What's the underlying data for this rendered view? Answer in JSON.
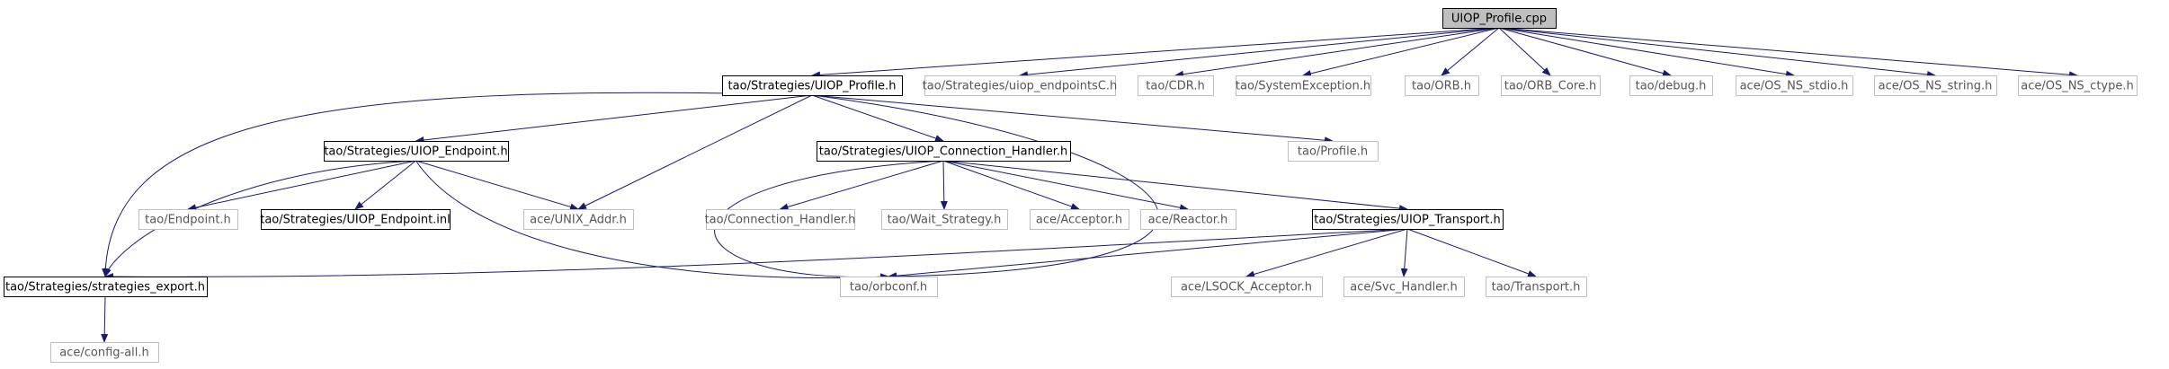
{
  "diagram": {
    "colors": {
      "edge": "#1a1a6e",
      "root_fill": "#bfbfbf",
      "node_border": "#000000",
      "external_border": "#bfbfbf",
      "external_text": "#555555"
    },
    "nodes": [
      {
        "id": "n0",
        "label": "UIOP_Profile.cpp",
        "kind": "root"
      },
      {
        "id": "n1",
        "label": "tao/Strategies/UIOP_Profile.h",
        "kind": "linked"
      },
      {
        "id": "n2",
        "label": "tao/Strategies/uiop_endpointsC.h",
        "kind": "external"
      },
      {
        "id": "n3",
        "label": "tao/CDR.h",
        "kind": "external"
      },
      {
        "id": "n4",
        "label": "tao/SystemException.h",
        "kind": "external"
      },
      {
        "id": "n5",
        "label": "tao/ORB.h",
        "kind": "external"
      },
      {
        "id": "n6",
        "label": "tao/ORB_Core.h",
        "kind": "external"
      },
      {
        "id": "n7",
        "label": "tao/debug.h",
        "kind": "external"
      },
      {
        "id": "n8",
        "label": "ace/OS_NS_stdio.h",
        "kind": "external"
      },
      {
        "id": "n9",
        "label": "ace/OS_NS_string.h",
        "kind": "external"
      },
      {
        "id": "n10",
        "label": "ace/OS_NS_ctype.h",
        "kind": "external"
      },
      {
        "id": "n11",
        "label": "tao/Strategies/UIOP_Endpoint.h",
        "kind": "linked"
      },
      {
        "id": "n12",
        "label": "tao/Strategies/UIOP_Connection_Handler.h",
        "kind": "linked"
      },
      {
        "id": "n13",
        "label": "tao/Profile.h",
        "kind": "external"
      },
      {
        "id": "n14",
        "label": "tao/Endpoint.h",
        "kind": "external"
      },
      {
        "id": "n15",
        "label": "tao/Strategies/UIOP_Endpoint.inl",
        "kind": "linked"
      },
      {
        "id": "n16",
        "label": "ace/UNIX_Addr.h",
        "kind": "external"
      },
      {
        "id": "n17",
        "label": "tao/Connection_Handler.h",
        "kind": "external"
      },
      {
        "id": "n18",
        "label": "tao/Wait_Strategy.h",
        "kind": "external"
      },
      {
        "id": "n19",
        "label": "ace/Acceptor.h",
        "kind": "external"
      },
      {
        "id": "n20",
        "label": "ace/Reactor.h",
        "kind": "external"
      },
      {
        "id": "n21",
        "label": "tao/Strategies/UIOP_Transport.h",
        "kind": "linked"
      },
      {
        "id": "n22",
        "label": "tao/Strategies/strategies_export.h",
        "kind": "linked"
      },
      {
        "id": "n23",
        "label": "tao/orbconf.h",
        "kind": "external"
      },
      {
        "id": "n24",
        "label": "ace/LSOCK_Acceptor.h",
        "kind": "external"
      },
      {
        "id": "n25",
        "label": "ace/Svc_Handler.h",
        "kind": "external"
      },
      {
        "id": "n26",
        "label": "tao/Transport.h",
        "kind": "external"
      },
      {
        "id": "n27",
        "label": "ace/config-all.h",
        "kind": "external"
      }
    ],
    "edges": [
      {
        "from": "n0",
        "to": "n1"
      },
      {
        "from": "n0",
        "to": "n2"
      },
      {
        "from": "n0",
        "to": "n3"
      },
      {
        "from": "n0",
        "to": "n4"
      },
      {
        "from": "n0",
        "to": "n5"
      },
      {
        "from": "n0",
        "to": "n6"
      },
      {
        "from": "n0",
        "to": "n7"
      },
      {
        "from": "n0",
        "to": "n8"
      },
      {
        "from": "n0",
        "to": "n9"
      },
      {
        "from": "n0",
        "to": "n10"
      },
      {
        "from": "n1",
        "to": "n11"
      },
      {
        "from": "n1",
        "to": "n12"
      },
      {
        "from": "n1",
        "to": "n13"
      },
      {
        "from": "n1",
        "to": "n22"
      },
      {
        "from": "n1",
        "to": "n16"
      },
      {
        "from": "n1",
        "to": "n23"
      },
      {
        "from": "n11",
        "to": "n14"
      },
      {
        "from": "n11",
        "to": "n15"
      },
      {
        "from": "n11",
        "to": "n16"
      },
      {
        "from": "n11",
        "to": "n22"
      },
      {
        "from": "n11",
        "to": "n23"
      },
      {
        "from": "n12",
        "to": "n17"
      },
      {
        "from": "n12",
        "to": "n18"
      },
      {
        "from": "n12",
        "to": "n19"
      },
      {
        "from": "n12",
        "to": "n20"
      },
      {
        "from": "n12",
        "to": "n21"
      },
      {
        "from": "n12",
        "to": "n23"
      },
      {
        "from": "n21",
        "to": "n24"
      },
      {
        "from": "n21",
        "to": "n25"
      },
      {
        "from": "n21",
        "to": "n26"
      },
      {
        "from": "n21",
        "to": "n22"
      },
      {
        "from": "n21",
        "to": "n23"
      },
      {
        "from": "n22",
        "to": "n27"
      }
    ]
  }
}
